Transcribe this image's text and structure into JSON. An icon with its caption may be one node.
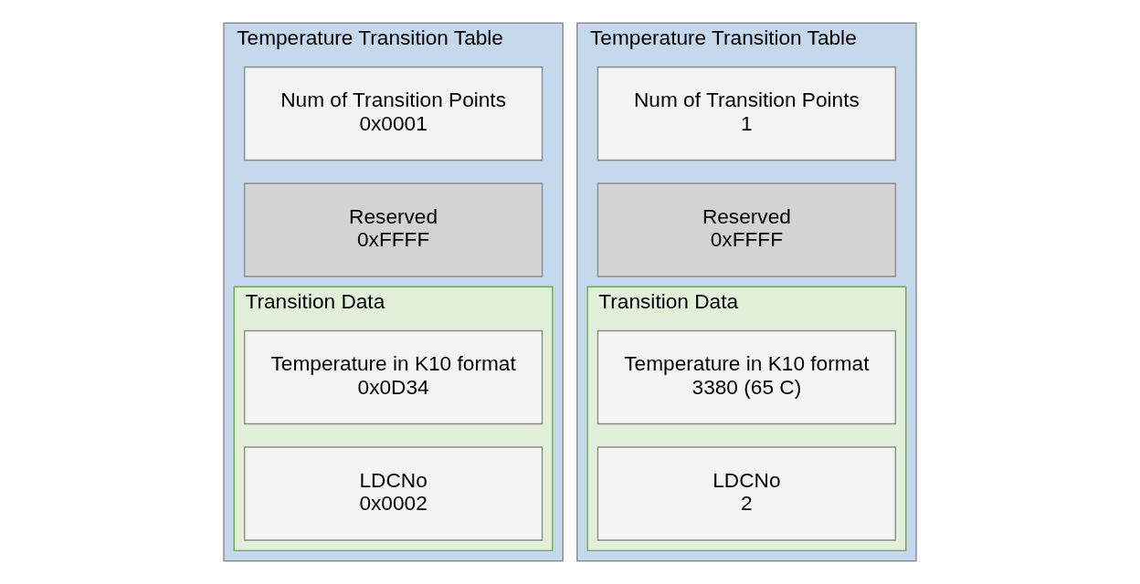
{
  "diagram": {
    "nodes": [
      {
        "text": [
          "Temperature Transition Table"
        ]
      },
      {
        "text": [
          "Num of Transition Points",
          "0x0001"
        ],
        "in": 0
      },
      {
        "text": [
          "Reserved",
          "0xFFFF"
        ],
        "in": 0
      },
      {
        "text": [
          "Transition Data"
        ],
        "in": 0
      },
      {
        "text": [
          "Temperature in K10 format",
          "0x0D34"
        ],
        "in": 3
      },
      {
        "text": [
          "LDCNo",
          "0x0002"
        ],
        "in": 3
      },
      {
        "text": [
          "Temperature Transition Table"
        ]
      },
      {
        "text": [
          "Num of Transition Points",
          "1"
        ],
        "in": 6
      },
      {
        "text": [
          "Reserved",
          "0xFFFF"
        ],
        "in": 6
      },
      {
        "text": [
          "Transition Data"
        ],
        "in": 6
      },
      {
        "text": [
          "Temperature in K10 format",
          "3380 (65 C)"
        ],
        "in": 9
      },
      {
        "text": [
          "LDCNo",
          "2"
        ],
        "in": 9
      }
    ],
    "edges": []
  }
}
